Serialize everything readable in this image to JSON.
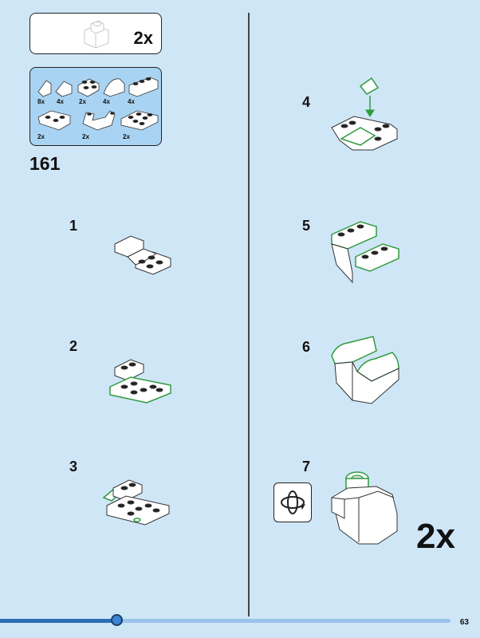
{
  "submodel": {
    "quantity": "2x"
  },
  "parts_list": {
    "items": [
      {
        "qty": "8x",
        "icon": "slope-brick-1x1-white-icon"
      },
      {
        "qty": "4x",
        "icon": "slope-brick-1x2-white-icon"
      },
      {
        "qty": "2x",
        "icon": "plate-2x2-round-white-icon"
      },
      {
        "qty": "4x",
        "icon": "slope-curved-white-icon"
      },
      {
        "qty": "4x",
        "icon": "brick-1x4-white-icon"
      },
      {
        "qty": "2x",
        "icon": "inverted-plate-white-icon"
      },
      {
        "qty": "2x",
        "icon": "bracket-plate-white-icon"
      },
      {
        "qty": "2x",
        "icon": "plate-2x3-white-icon"
      }
    ]
  },
  "page_step": "161",
  "steps": [
    {
      "number": "1",
      "icon": "step-1-assembly-icon"
    },
    {
      "number": "2",
      "icon": "step-2-assembly-icon"
    },
    {
      "number": "3",
      "icon": "step-3-assembly-icon"
    },
    {
      "number": "4",
      "icon": "step-4-assembly-icon"
    },
    {
      "number": "5",
      "icon": "step-5-assembly-icon"
    },
    {
      "number": "6",
      "icon": "step-6-assembly-icon"
    },
    {
      "number": "7",
      "icon": "step-7-assembly-icon"
    }
  ],
  "final_quantity": "2x",
  "rotate_icon": "rotate-model-icon",
  "progress": 0.26,
  "page_number": "63",
  "colors": {
    "background": "#cfe6f7",
    "highlight": "#2e9a3e",
    "parts_bg": "#a9d3f2",
    "progress": "#2a6db5"
  }
}
